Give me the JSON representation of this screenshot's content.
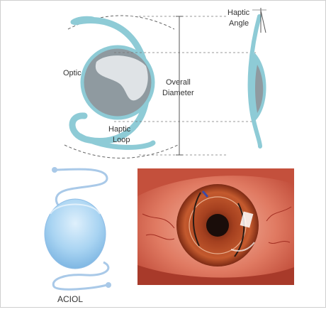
{
  "labels": {
    "optic": "Optic",
    "overall_diameter_line1": "Overall",
    "overall_diameter_line2": "Diameter",
    "haptic_loop_line1": "Haptic",
    "haptic_loop_line2": "Loop",
    "haptic_angle_line1": "Haptic",
    "haptic_angle_line2": "Angle",
    "aciol": "ACIOL"
  },
  "colors": {
    "haptic": "#8ecbd6",
    "optic_dark": "#8f9aa0",
    "optic_light": "#dfe3e6",
    "aciol_body": "#a9d4f2",
    "aciol_haptic": "#a9c9e8",
    "dimension_line": "#555555",
    "sclera": "#d9644f",
    "iris": "#a5401f",
    "pupil": "#1a0d0a"
  },
  "icons": {
    "pciol_front_view": "posterior-chamber-iol-diagram",
    "pciol_side_view": "iol-side-profile",
    "aciol_illustration": "anterior-chamber-iol",
    "eye_photo": "implanted-iol-eye-photo"
  }
}
